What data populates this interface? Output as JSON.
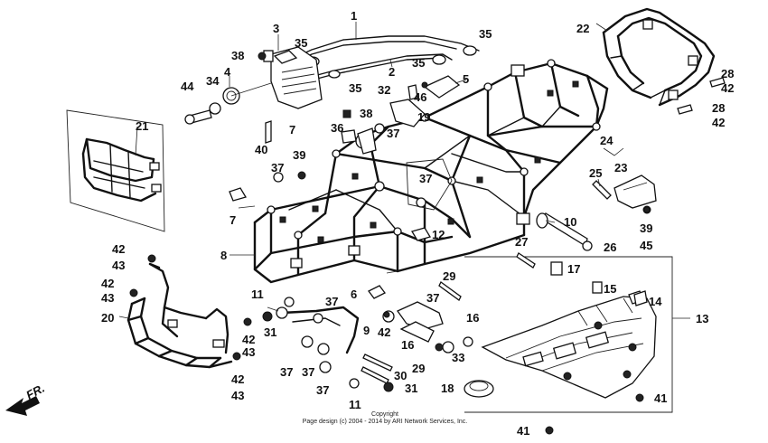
{
  "diagram": {
    "callouts": [
      "1",
      "2",
      "3",
      "4",
      "5",
      "6",
      "7",
      "8",
      "9",
      "10",
      "11",
      "12",
      "13",
      "14",
      "15",
      "16",
      "17",
      "18",
      "19",
      "20",
      "21",
      "22",
      "23",
      "24",
      "25",
      "26",
      "27",
      "28",
      "29",
      "30",
      "31",
      "32",
      "33",
      "34",
      "35",
      "36",
      "37",
      "38",
      "39",
      "40",
      "41",
      "42",
      "43",
      "44",
      "45",
      "46"
    ],
    "labels": {
      "c1": "1",
      "c2": "2",
      "c3": "3",
      "c4": "4",
      "c5": "5",
      "c6": "6",
      "c7a": "7",
      "c7b": "7",
      "c8": "8",
      "c9": "9",
      "c10": "10",
      "c11a": "11",
      "c11b": "11",
      "c12": "12",
      "c13": "13",
      "c14": "14",
      "c15": "15",
      "c16a": "16",
      "c16b": "16",
      "c17": "17",
      "c18": "18",
      "c19": "19",
      "c20": "20",
      "c21": "21",
      "c22": "22",
      "c23": "23",
      "c24": "24",
      "c25": "25",
      "c26": "26",
      "c27": "27",
      "c28a": "28",
      "c28b": "28",
      "c29a": "29",
      "c29b": "29",
      "c30": "30",
      "c31a": "31",
      "c31b": "31",
      "c32": "32",
      "c33": "33",
      "c34": "34",
      "c35a": "35",
      "c35b": "35",
      "c35c": "35",
      "c35d": "35",
      "c36": "36",
      "c37a": "37",
      "c37b": "37",
      "c37c": "37",
      "c37d": "37",
      "c37e": "37",
      "c37f": "37",
      "c37g": "37",
      "c37h": "37",
      "c38a": "38",
      "c38b": "38",
      "c39a": "39",
      "c39b": "39",
      "c40": "40",
      "c41a": "41",
      "c41b": "41",
      "c42a": "42",
      "c42b": "42",
      "c42c": "42",
      "c42d": "42",
      "c42e": "42",
      "c42f": "42",
      "c42g": "42",
      "c43a": "43",
      "c43b": "43",
      "c43c": "43",
      "c43d": "43",
      "c44": "44",
      "c45": "45",
      "c46": "46"
    },
    "front_indicator": "FR.",
    "copyright_line1": "Copyright",
    "copyright_line2": "Page design (c) 2004 - 2014 by ARI Network Services, Inc."
  }
}
